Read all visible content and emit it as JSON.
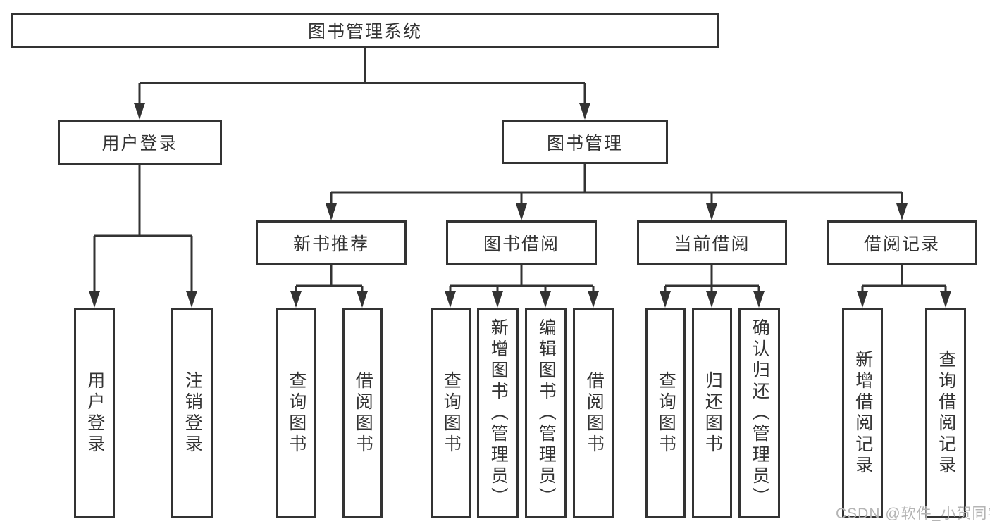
{
  "tree": {
    "label": "图书管理系统",
    "children": [
      {
        "label": "用户登录",
        "children": [
          {
            "label": "用户登录"
          },
          {
            "label": "注销登录"
          }
        ]
      },
      {
        "label": "图书管理",
        "children": [
          {
            "label": "新书推荐",
            "children": [
              {
                "label": "查询图书"
              },
              {
                "label": "借阅图书"
              }
            ]
          },
          {
            "label": "图书借阅",
            "children": [
              {
                "label": "查询图书"
              },
              {
                "label": "新增图书（管理员）"
              },
              {
                "label": "编辑图书（管理员）"
              },
              {
                "label": "借阅图书"
              }
            ]
          },
          {
            "label": "当前借阅",
            "children": [
              {
                "label": "查询图书"
              },
              {
                "label": "归还图书"
              },
              {
                "label": "确认归还（管理员）"
              }
            ]
          },
          {
            "label": "借阅记录",
            "children": [
              {
                "label": "新增借阅记录"
              },
              {
                "label": "查询借阅记录"
              }
            ]
          }
        ]
      }
    ]
  },
  "watermark": {
    "text": "CSDN @软件_小贺同学"
  },
  "colors": {
    "line": "#333333",
    "text": "#333333",
    "watermark": "#b4b4b4",
    "background": "#ffffff"
  }
}
